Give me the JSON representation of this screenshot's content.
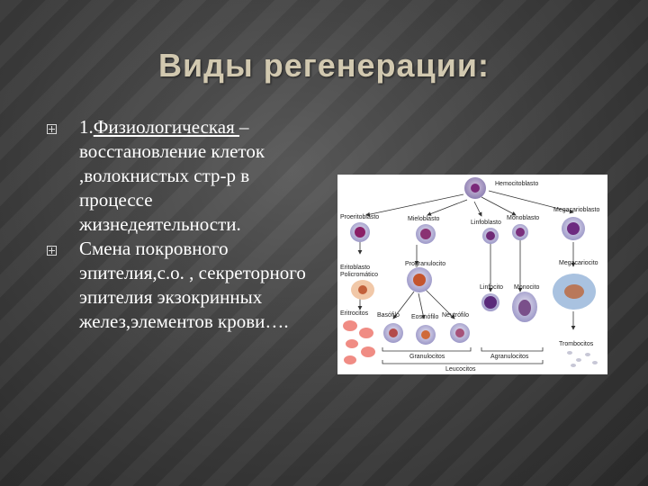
{
  "slide": {
    "title": "Виды регенерации:",
    "bullets": [
      {
        "prefix": "1.",
        "link_text": "Физиологическая ",
        "rest": "– восстановление клеток ,волокнистых стр-р в процессе жизнедеятельности."
      },
      {
        "text": "Смена покровного эпителия,с.о. , секреторного эпителия экзокринных желез,элементов крови…."
      }
    ]
  },
  "figure": {
    "labels": {
      "hemocitoblasto": "Hemocitoblasto",
      "proeritoblasto": "Proeritoblasto",
      "mieloblasto": "Mieloblasto",
      "linfoblasto": "Linfoblasto",
      "monoblasto": "Monoblasto",
      "megacarioblasto": "Megacarioblasto",
      "eritoblasto": "Eritoblasto",
      "policromatico": "Policromático",
      "progranulocito": "Progranulocito",
      "linfocito": "Linfocito",
      "monocito": "Monocito",
      "megacariocito": "Megacariocito",
      "eritrocitos": "Eritrocitos",
      "basofilo": "Basófilo",
      "eosinofilo": "Eosinófilo",
      "neutrofilo": "Neutrófilo",
      "granulocitos": "Granulocitos",
      "agranulocitos": "Agranulocitos",
      "leucocitos": "Leucocitos",
      "trombocitos": "Trombocitos"
    }
  },
  "colors": {
    "background": "#3c3c3c",
    "title": "#d2c9b0",
    "text": "#ffffff"
  }
}
